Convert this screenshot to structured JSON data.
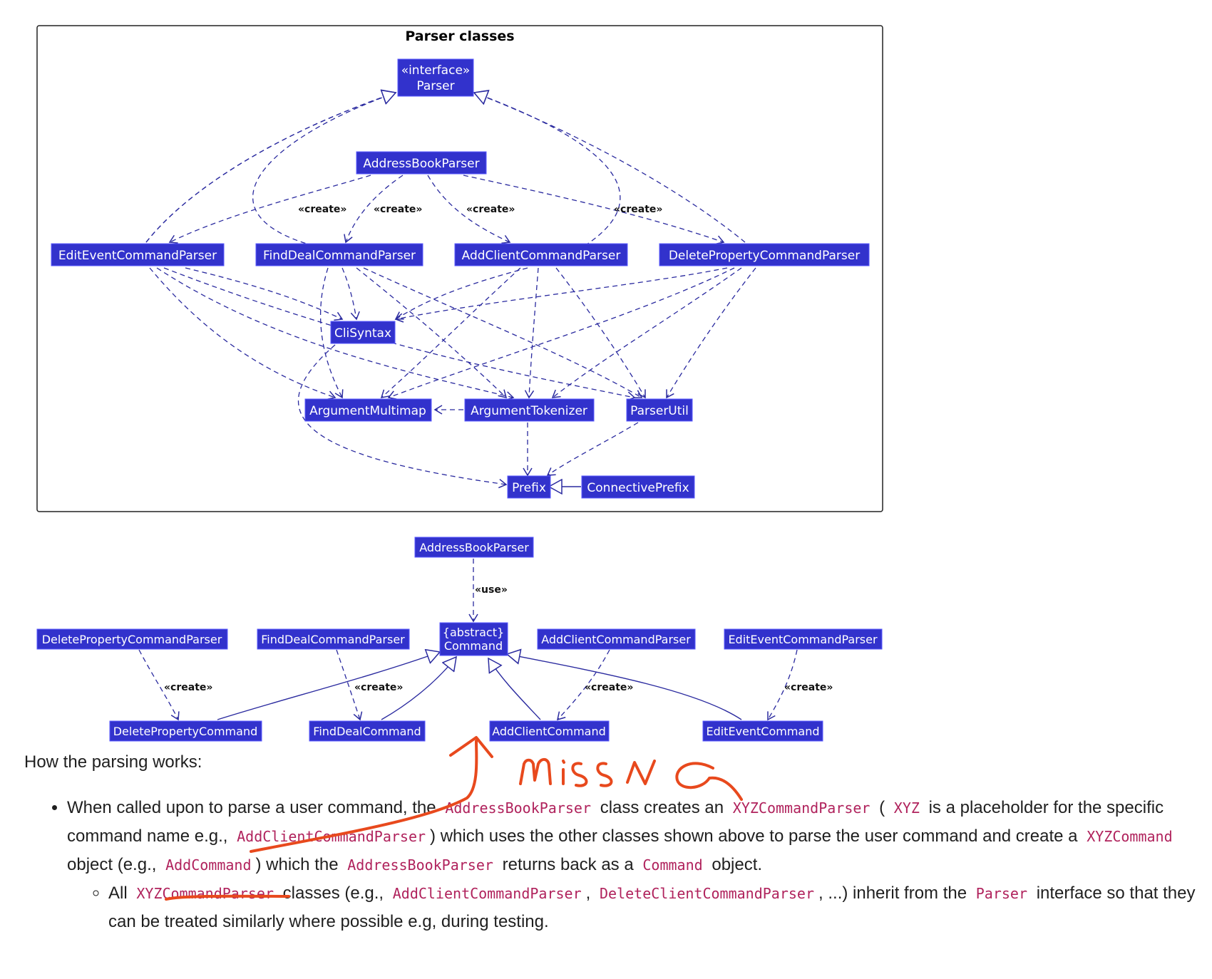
{
  "diagram1": {
    "title": "Parser classes",
    "nodes": {
      "parser_stereotype": "«interface»",
      "parser": "Parser",
      "address_book_parser": "AddressBookParser",
      "edit_event_command_parser": "EditEventCommandParser",
      "find_deal_command_parser": "FindDealCommandParser",
      "add_client_command_parser": "AddClientCommandParser",
      "delete_property_command_parser": "DeletePropertyCommandParser",
      "cli_syntax": "CliSyntax",
      "argument_multimap": "ArgumentMultimap",
      "argument_tokenizer": "ArgumentTokenizer",
      "parser_util": "ParserUtil",
      "prefix": "Prefix",
      "connective_prefix": "ConnectivePrefix"
    },
    "edge_labels": {
      "create": "«create»"
    }
  },
  "diagram2": {
    "nodes": {
      "address_book_parser": "AddressBookParser",
      "command_stereotype": "{abstract}",
      "command": "Command",
      "delete_property_command_parser": "DeletePropertyCommandParser",
      "find_deal_command_parser": "FindDealCommandParser",
      "add_client_command_parser": "AddClientCommandParser",
      "edit_event_command_parser": "EditEventCommandParser",
      "delete_property_command": "DeletePropertyCommand",
      "find_deal_command": "FindDealCommand",
      "add_client_command": "AddClientCommand",
      "edit_event_command": "EditEventCommand"
    },
    "edge_labels": {
      "use": "«use»",
      "create": "«create»"
    }
  },
  "annotation": {
    "handwritten_text": "missing",
    "color": "#e8491d"
  },
  "prose": {
    "heading": "How the parsing works:",
    "bullet1": {
      "t1": "When called upon to parse a user command, the",
      "c1": "AddressBookParser",
      "t2": "class creates an",
      "c2": "XYZCommandParser",
      "t3": "(",
      "c3": "XYZ",
      "t4": "is a placeholder for the specific",
      "t5": "command name e.g.,",
      "c4": "AddClientCommandParser",
      "t6": ") which uses the other classes shown above to parse the user command and create a",
      "c5": "XYZCommand",
      "t7": "object (e.g.,",
      "c6": "AddCommand",
      "t8": ") which the",
      "c7": "AddressBookParser",
      "t9": "returns back as a",
      "c8": "Command",
      "t10": "object."
    },
    "bullet2": {
      "t1": "All",
      "c1": "XYZCommandParser",
      "t2": "classes (e.g.,",
      "c2": "AddClientCommandParser",
      "t3": ",",
      "c3": "DeleteClientCommandParser",
      "t4": ", ...) inherit from the",
      "c4": "Parser",
      "t5": "interface so that they",
      "t6": "can be treated similarly where possible e.g, during testing."
    }
  }
}
